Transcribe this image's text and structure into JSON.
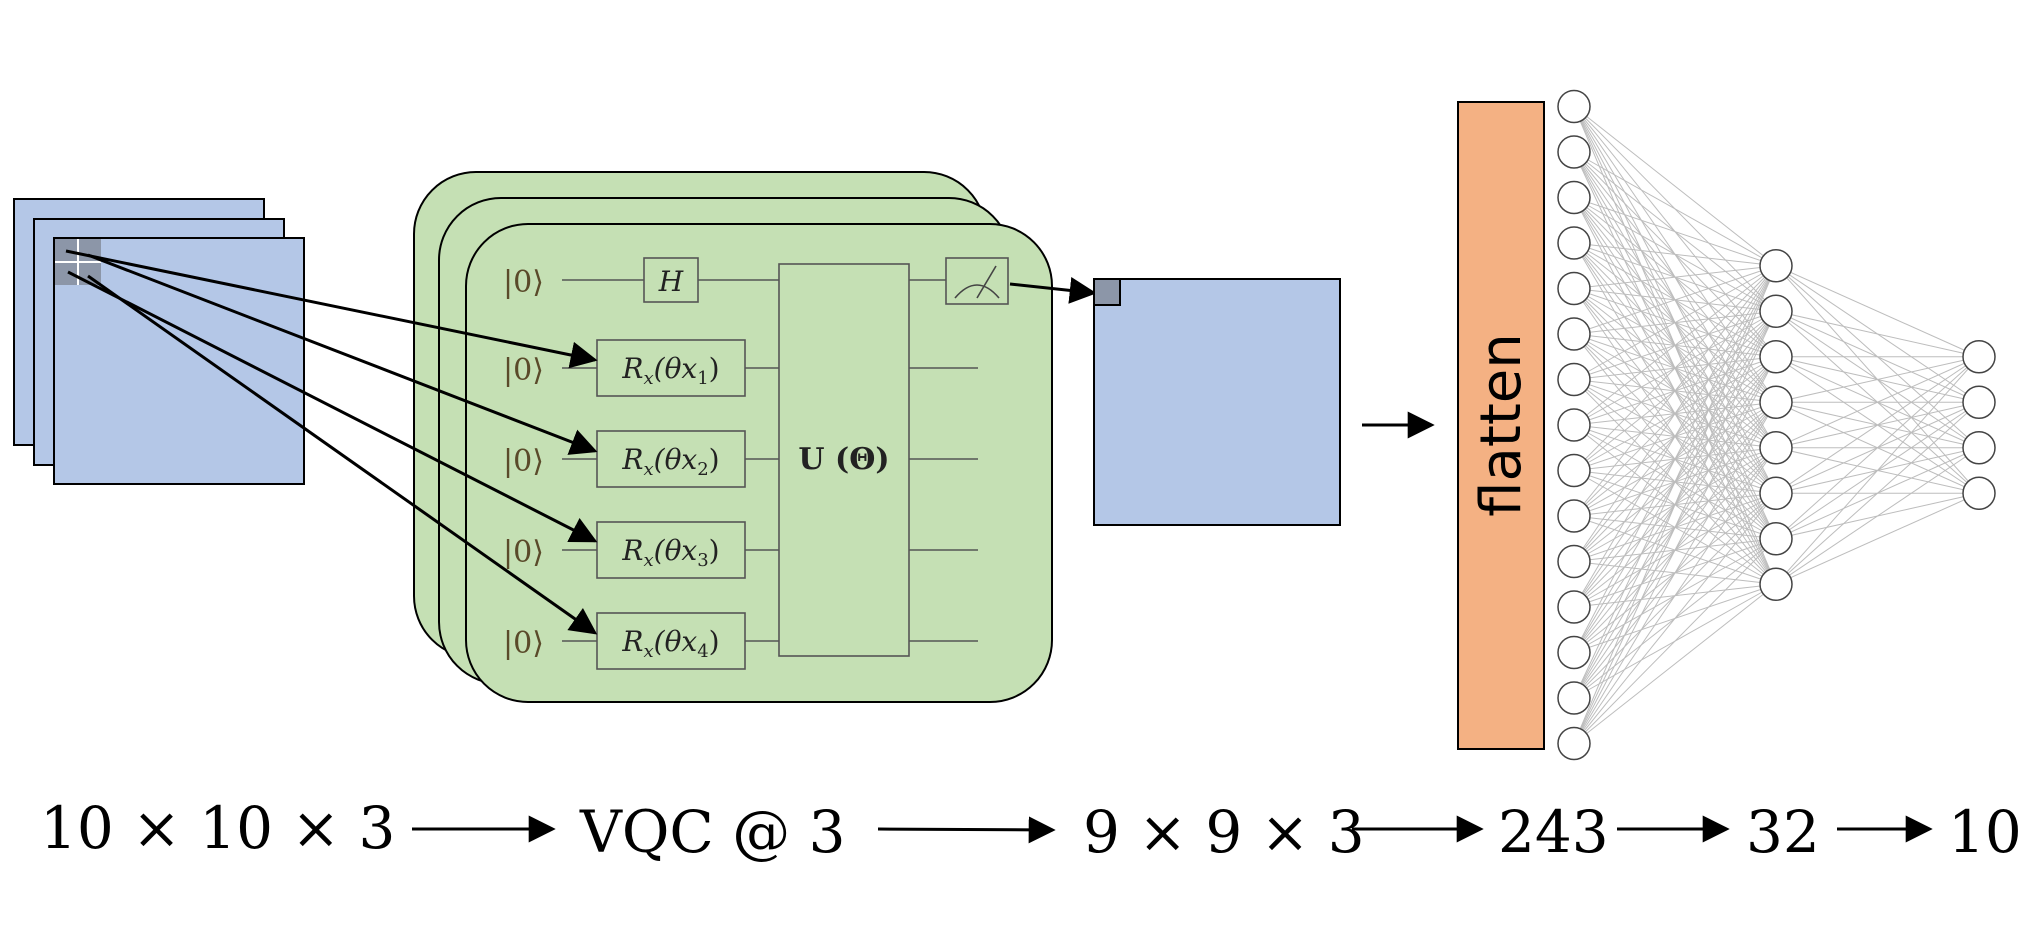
{
  "colors": {
    "image_blue": "#b4c7e7",
    "circuit_green": "#c5e0b4",
    "flatten_orange": "#f4b183",
    "pixel_gray": "#8c96a8",
    "edge_gray": "#bdbdbd"
  },
  "qubits": [
    {
      "state": "|0⟩",
      "gate_main": "",
      "gate_sub": ""
    },
    {
      "state": "|0⟩",
      "gate_main": "R",
      "gate_var": "x",
      "gate_arg": "(θx",
      "gate_idx": "1",
      "gate_close": ")"
    },
    {
      "state": "|0⟩",
      "gate_main": "R",
      "gate_var": "x",
      "gate_arg": "(θx",
      "gate_idx": "2",
      "gate_close": ")"
    },
    {
      "state": "|0⟩",
      "gate_main": "R",
      "gate_var": "x",
      "gate_arg": "(θx",
      "gate_idx": "3",
      "gate_close": ")"
    },
    {
      "state": "|0⟩",
      "gate_main": "R",
      "gate_var": "x",
      "gate_arg": "(θx",
      "gate_idx": "4",
      "gate_close": ")"
    }
  ],
  "hadamard_label": "H",
  "unitary_label": "U (Θ)",
  "flatten_label": "flatten",
  "network": {
    "layers": [
      15,
      8,
      4
    ]
  },
  "pipeline": {
    "input_shape": "10 × 10 × 3",
    "vqc": "VQC @ 3",
    "feature_shape": "9 × 9 × 3",
    "flat": "243",
    "hidden": "32",
    "output": "10"
  }
}
